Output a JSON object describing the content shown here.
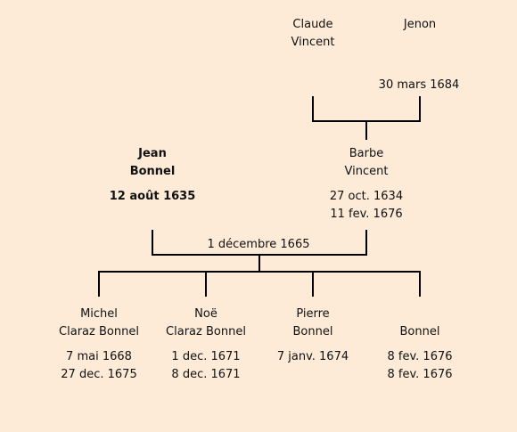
{
  "grandparents": {
    "claude": {
      "line1": "Claude",
      "line2": "Vincent"
    },
    "jenon": {
      "line1": "Jenon",
      "death": "30 mars 1684"
    }
  },
  "parents": {
    "jean": {
      "line1": "Jean",
      "line2": "Bonnel",
      "birth": "12 août 1635"
    },
    "barbe": {
      "line1": "Barbe",
      "line2": "Vincent",
      "birth": "27 oct. 1634",
      "death": "11 fev. 1676"
    }
  },
  "marriage": {
    "date": "1 décembre 1665"
  },
  "children": [
    {
      "line1": "Michel",
      "line2": "Claraz Bonnel",
      "birth": "7 mai 1668",
      "death": "27 dec. 1675"
    },
    {
      "line1": "Noë",
      "line2": "Claraz Bonnel",
      "birth": "1 dec. 1671",
      "death": "8 dec. 1671"
    },
    {
      "line1": "Pierre",
      "line2": "Bonnel",
      "birth": "7 janv. 1674",
      "death": ""
    },
    {
      "line1": "",
      "line2": "Bonnel",
      "birth": "8 fev. 1676",
      "death": "8 fev. 1676"
    }
  ]
}
